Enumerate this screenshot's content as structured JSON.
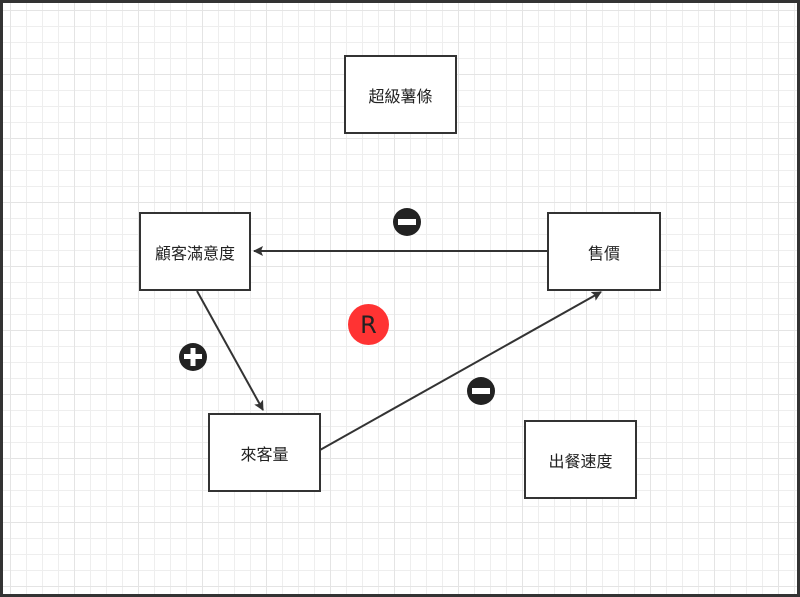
{
  "nodes": {
    "fries": "超級薯條",
    "satisfaction": "顧客滿意度",
    "price": "售價",
    "customers": "來客量",
    "speed": "出餐速度"
  },
  "loop_label": "R",
  "colors": {
    "loop": "#ff3333",
    "line": "#333333"
  },
  "polarities": {
    "price_to_satisfaction": "minus",
    "satisfaction_to_customers": "plus",
    "customers_to_price": "minus"
  }
}
